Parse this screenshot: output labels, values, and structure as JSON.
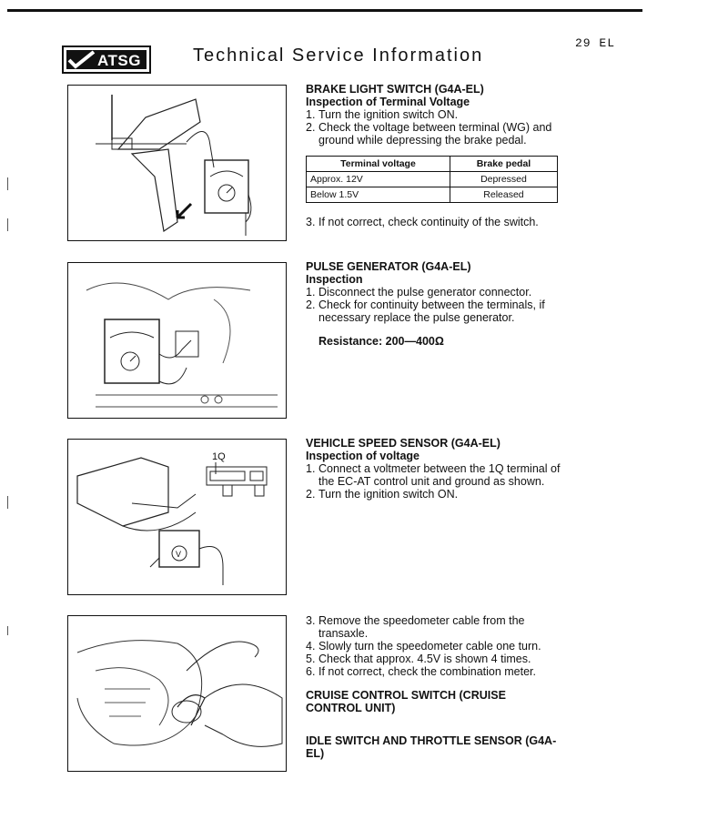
{
  "header": {
    "logo_text": "ATSG",
    "title": "Technical Service Information",
    "page_number": "29 EL"
  },
  "brake": {
    "title": "BRAKE LIGHT SWITCH (G4A-EL)",
    "subtitle": "Inspection of Terminal Voltage",
    "steps": [
      {
        "n": "1.",
        "text": "Turn the ignition switch ON."
      },
      {
        "n": "2.",
        "text": "Check the voltage between terminal (WG) and ground while depressing the brake pedal."
      }
    ],
    "table": {
      "headers": [
        "Terminal voltage",
        "Brake pedal"
      ],
      "rows": [
        [
          "Approx. 12V",
          "Depressed"
        ],
        [
          "Below 1.5V",
          "Released"
        ]
      ]
    },
    "step3": {
      "n": "3.",
      "text": "If not correct, check continuity of the switch."
    }
  },
  "pulse": {
    "title": "PULSE GENERATOR (G4A-EL)",
    "subtitle": "Inspection",
    "steps": [
      {
        "n": "1.",
        "text": "Disconnect the pulse generator connector."
      },
      {
        "n": "2.",
        "text": "Check for continuity between the terminals, if necessary replace the pulse generator."
      }
    ],
    "resistance": "Resistance: 200—400Ω"
  },
  "vss": {
    "title": "VEHICLE SPEED SENSOR (G4A-EL)",
    "subtitle": "Inspection of voltage",
    "steps": [
      {
        "n": "1.",
        "text": "Connect a voltmeter between the 1Q terminal of the EC-AT control unit and ground as shown."
      },
      {
        "n": "2.",
        "text": "Turn the ignition switch ON."
      }
    ],
    "fig_label": "1Q",
    "meter_symbol": "V"
  },
  "speedo": {
    "steps": [
      {
        "n": "3.",
        "text": "Remove the speedometer cable from the transaxle."
      },
      {
        "n": "4.",
        "text": "Slowly turn the speedometer cable one turn."
      },
      {
        "n": "5.",
        "text": "Check that approx. 4.5V is shown 4 times."
      },
      {
        "n": "6.",
        "text": "If not correct, check the combination meter."
      }
    ]
  },
  "cruise": {
    "title": "CRUISE CONTROL SWITCH (CRUISE CONTROL UNIT)"
  },
  "idle": {
    "title": "IDLE SWITCH AND THROTTLE SENSOR (G4A-EL)"
  }
}
